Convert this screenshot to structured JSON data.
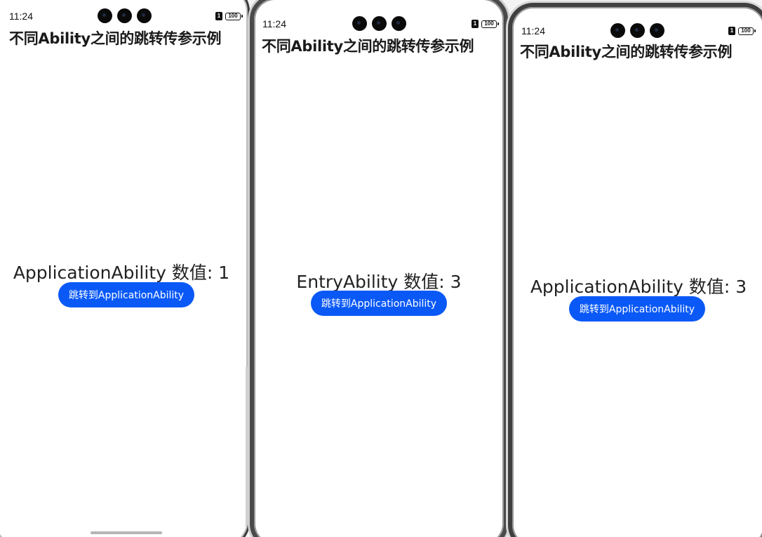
{
  "screens": [
    {
      "status": {
        "time": "11:24",
        "sim": "1",
        "battery": "100"
      },
      "title": "不同Ability之间的跳转传参示例",
      "value_text": "ApplicationAbility 数值: 1",
      "button_label": "跳转到ApplicationAbility"
    },
    {
      "status": {
        "time": "11:24",
        "sim": "1",
        "battery": "100"
      },
      "title": "不同Ability之间的跳转传参示例",
      "value_text": "EntryAbility 数值: 3",
      "button_label": "跳转到ApplicationAbility"
    },
    {
      "status": {
        "time": "11:24",
        "sim": "1",
        "battery": "100"
      },
      "title": "不同Ability之间的跳转传参示例",
      "value_text": "ApplicationAbility 数值: 3",
      "button_label": "跳转到ApplicationAbility"
    }
  ],
  "colors": {
    "accent": "#0a59f7",
    "background": "#ffffff",
    "text": "#222222"
  }
}
